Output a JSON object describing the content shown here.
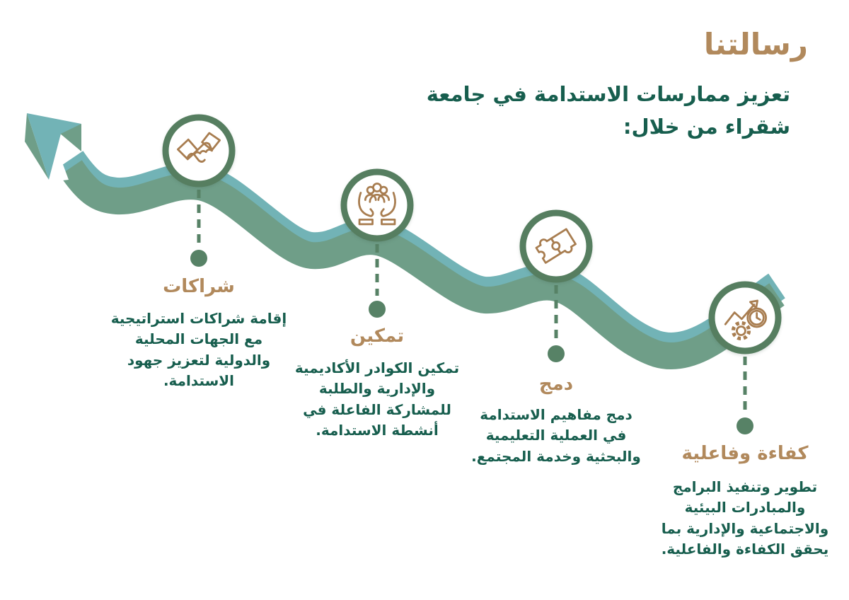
{
  "header": {
    "title": "رسالتنا",
    "subtitle_line1": "تعزيز ممارسات الاستدامة في جامعة",
    "subtitle_line2": "شقراء من خلال:"
  },
  "nodes": [
    {
      "icon": "handshake-icon",
      "title": "شراكات",
      "description": "إقامة شراكات استراتيجية مع الجهات المحلية والدولية لتعزيز جهود الاستدامة."
    },
    {
      "icon": "people-in-hands-icon",
      "title": "تمكين",
      "description": "تمكين الكوادر الأكاديمية والإدارية والطلبة للمشاركة الفاعلة في أنشطة الاستدامة."
    },
    {
      "icon": "puzzle-icon",
      "title": "دمج",
      "description": "دمج مفاهيم الاستدامة في العملية التعليمية والبحثية وخدمة المجتمع."
    },
    {
      "icon": "growth-gear-clock-icon",
      "title": "كفاءة وفاعلية",
      "description": "تطوير وتنفيذ البرامج والمبادرات البيئية والاجتماعية والإدارية بما يحقق الكفاءة والفاعلية."
    }
  ],
  "colors": {
    "teal": "#72b3b6",
    "sage": "#6f9e88",
    "ring": "#567e60",
    "dash": "#578266",
    "brown": "#b1895c",
    "green_text": "#175e4e",
    "icon_brown": "#a87d50",
    "bg": "#ffffff"
  }
}
